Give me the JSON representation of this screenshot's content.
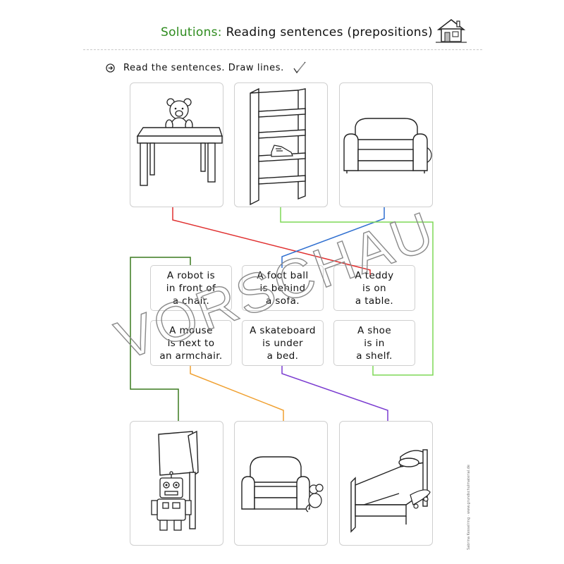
{
  "header": {
    "solutions_label": "Solutions:",
    "title": "Reading sentences (prepositions)"
  },
  "instruction": {
    "text": "Read the sentences. Draw lines."
  },
  "pictures_top": [
    {
      "name": "teddy-on-table"
    },
    {
      "name": "shoe-in-shelf"
    },
    {
      "name": "ball-behind-sofa"
    }
  ],
  "pictures_bottom": [
    {
      "name": "robot-in-front-of-chair"
    },
    {
      "name": "mouse-next-to-armchair"
    },
    {
      "name": "skateboard-under-bed"
    }
  ],
  "sentences": [
    {
      "lines": [
        "A robot is",
        "in front of",
        "a chair."
      ]
    },
    {
      "lines": [
        "A foot ball",
        "is behind",
        "a sofa."
      ]
    },
    {
      "lines": [
        "A teddy",
        "is on",
        "a table."
      ]
    },
    {
      "lines": [
        "A mouse",
        "is next to",
        "an armchair."
      ]
    },
    {
      "lines": [
        "A skateboard",
        "is under",
        "a bed."
      ]
    },
    {
      "lines": [
        "A shoe",
        "is in",
        "a shelf."
      ]
    }
  ],
  "watermark": {
    "text": "VORSCHAU"
  },
  "credit": {
    "text": "Sabrina Kesselring · www.grundschulmaterial.de"
  },
  "colors": {
    "accent_green": "#2e8b1e",
    "line_red": "#e03030",
    "line_blue": "#2f6fd0",
    "line_lightgreen": "#7ed957",
    "line_darkgreen": "#3a7a1e",
    "line_orange": "#f0a030",
    "line_purple": "#7a3bd0"
  }
}
